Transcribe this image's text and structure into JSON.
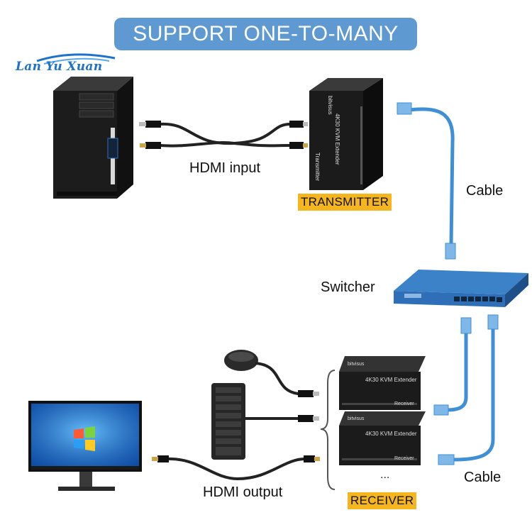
{
  "banner": {
    "title": "SUPPORT ONE-TO-MANY"
  },
  "logo": {
    "text": "Lan Yu Xuan"
  },
  "labels": {
    "hdmi_input": "HDMI input",
    "hdmi_output": "HDMI output",
    "cable_top": "Cable",
    "cable_bottom": "Cable",
    "switcher": "Switcher",
    "transmitter": "TRANSMITTER",
    "receiver": "RECEIVER",
    "ellipsis": "..."
  },
  "devices": {
    "transmitter": {
      "brand": "bitvisus",
      "model": "4K30 KVM Extender",
      "side_label": "Transmitter"
    },
    "receiver_1": {
      "brand": "bitvisus",
      "model": "4K30 KVM Extender",
      "side_label": "Receiver"
    },
    "receiver_2": {
      "brand": "bitvisus",
      "model": "4K30 KVM Extender",
      "side_label": "Receiver"
    }
  },
  "colors": {
    "banner": "#5e9ad1",
    "tag": "#f5b51f",
    "network_cable": "#3f8fd6",
    "switch": "#2f6fb8",
    "device_body": "#1b1b1b"
  }
}
